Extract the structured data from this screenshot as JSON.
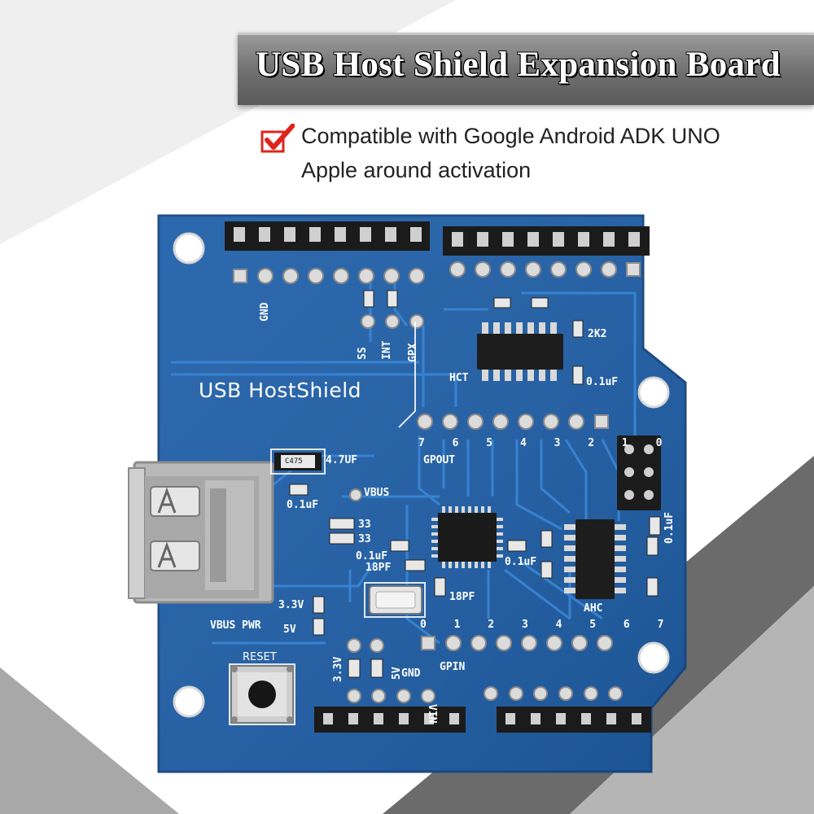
{
  "banner": {
    "title": "USB Host Shield Expansion Board"
  },
  "features": {
    "line1": "Compatible with Google Android ADK UNO",
    "line2": "Apple around activation"
  },
  "board": {
    "name": "USB HostShield",
    "labels": {
      "gnd_top": "GND",
      "ss": "SS",
      "int": "INT",
      "gpx": "GPX",
      "hct": "HCT",
      "r_2k2": "2K2",
      "c_01uf_top": "0.1uF",
      "cap_c475": "C475",
      "cap_47uf": "4.7UF",
      "vbus": "VBUS",
      "c_01uf_left": "0.1uF",
      "r33a": "33",
      "r33b": "33",
      "c_01uf_mid": "0.1uF",
      "c_18pf_a": "18PF",
      "c_01uf_right": "0.1uF",
      "c_18pf_b": "18PF",
      "ahc": "AHC",
      "c_01uf_far": "0.1uF",
      "v33": "3.3V",
      "vbus_pwr": "VBUS PWR",
      "v5": "5V",
      "reset": "RESET",
      "v33_bottom": "3.3V",
      "v5_bottom": "5V",
      "gnd_bottom": "GND",
      "vin": "VIN",
      "gpout": "GPOUT",
      "gpin": "GPIN",
      "gpout_nums": "7 6 5 4 3 2 1 0",
      "gpin_nums": "0 1 2 3 4 5 6 7"
    }
  },
  "colors": {
    "board_blue": "#1f5fa8",
    "board_edge": "#1a4f8e",
    "trace": "#2f7fd0",
    "pad_gold": "#c9c9c9",
    "check_red": "#e0241b"
  }
}
